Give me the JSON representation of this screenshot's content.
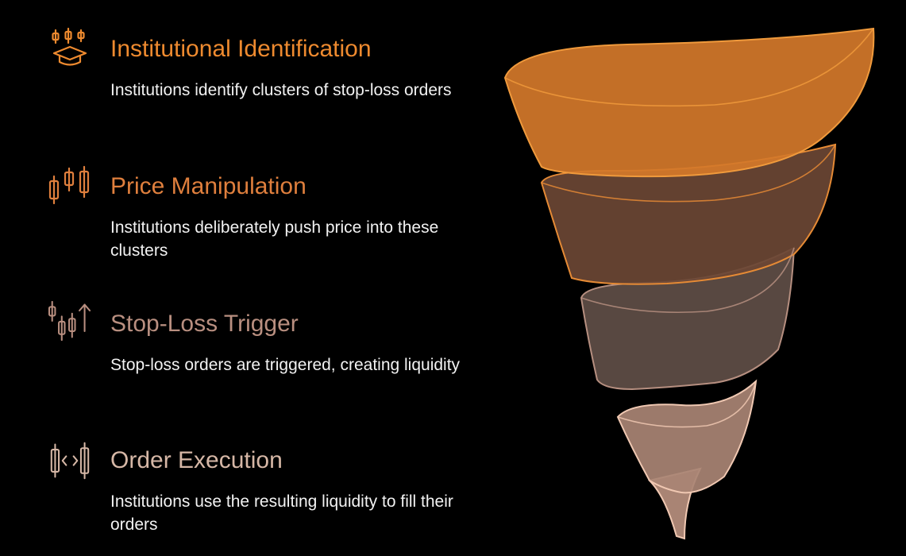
{
  "steps": [
    {
      "title": "Institutional Identification",
      "description": "Institutions identify clusters of stop-loss orders",
      "icon": "candlestick-graduation-cap-icon",
      "color": "#ee8a2f"
    },
    {
      "title": "Price Manipulation",
      "description": "Institutions deliberately push price into these clusters",
      "icon": "candlestick-chart-icon",
      "color": "#df7f3d"
    },
    {
      "title": "Stop-Loss Trigger",
      "description": "Stop-loss orders are triggered, creating liquidity",
      "icon": "candlestick-up-arrow-icon",
      "color": "#b98f80"
    },
    {
      "title": "Order Execution",
      "description": "Institutions use the resulting liquidity to fill their orders",
      "icon": "candlestick-swap-icon",
      "color": "#d6b7a6"
    }
  ],
  "funnel": {
    "band_colors": [
      "#d4782a",
      "#6b4634",
      "#5f4e47",
      "#a98474"
    ],
    "stroke_colors": [
      "#f09a3c",
      "#e58a35",
      "#b68f80",
      "#f0c8b2"
    ]
  }
}
